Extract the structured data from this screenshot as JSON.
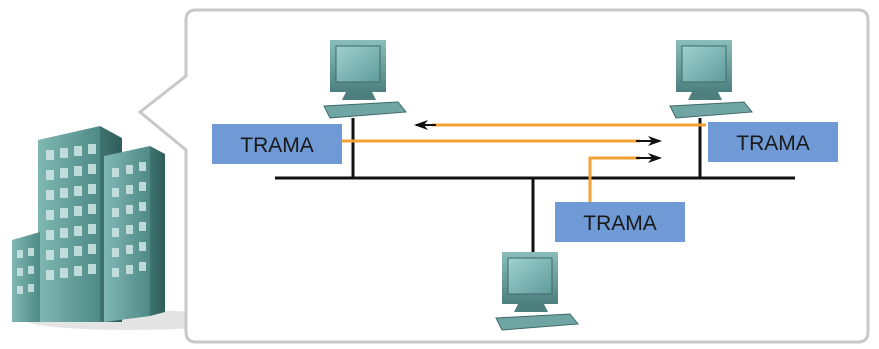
{
  "frames": [
    {
      "id": "frame-left",
      "label": "TRAMA"
    },
    {
      "id": "frame-right",
      "label": "TRAMA"
    },
    {
      "id": "frame-bottom",
      "label": "TRAMA"
    }
  ],
  "colors": {
    "callout_border": "#c8c8c8",
    "bus_line": "#111111",
    "frame_box": "#6f9ad6",
    "signal_line": "#f2a233",
    "arrow_head": "#111111",
    "building": "#5e9a96",
    "monitor": "#5f9b9b"
  },
  "icons": [
    "building-icon",
    "computer-icon",
    "arrow-icon"
  ]
}
